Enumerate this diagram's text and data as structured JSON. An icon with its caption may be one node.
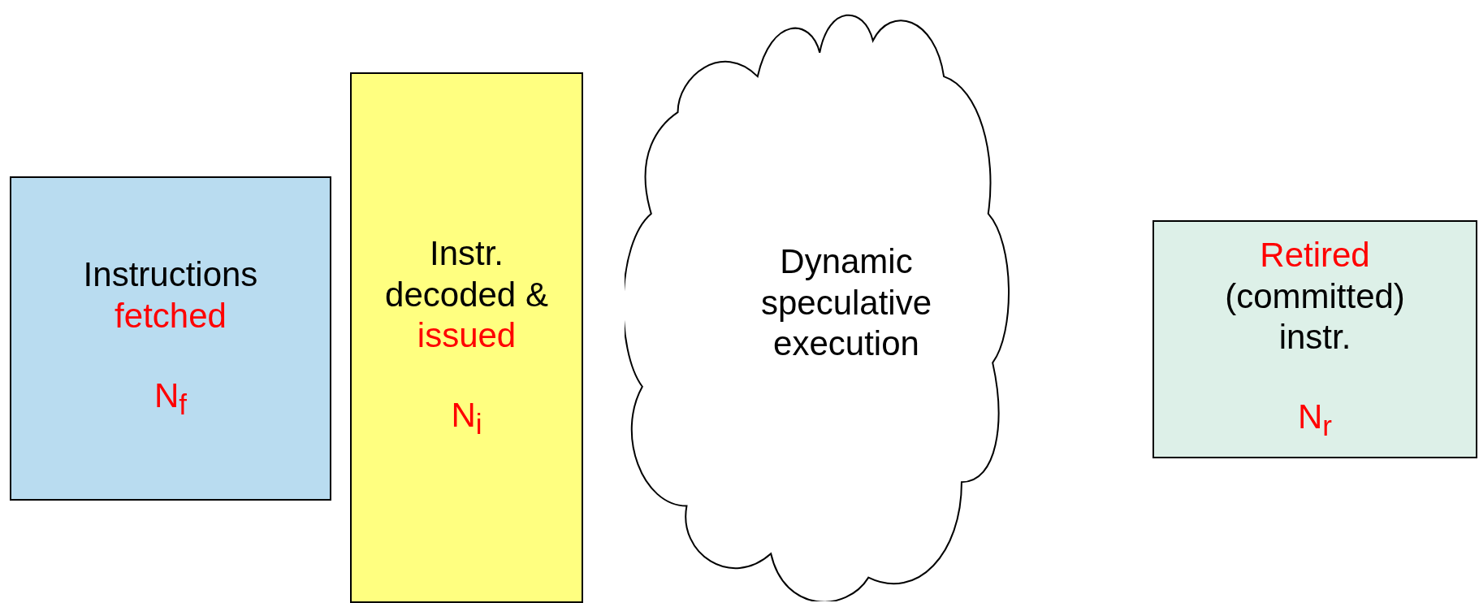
{
  "diagram": {
    "nodes": [
      {
        "text": [
          "Instructions",
          "fetched",
          "N$_{f}$"
        ]
      },
      {
        "text": [
          "Instr. decoded &",
          "issued",
          "N$_{i}$"
        ]
      },
      {
        "text": [
          "Dynamic speculative execution"
        ]
      },
      {
        "text": [
          "Retired",
          "(committed) instr.",
          "N$_{r}$"
        ]
      }
    ]
  }
}
